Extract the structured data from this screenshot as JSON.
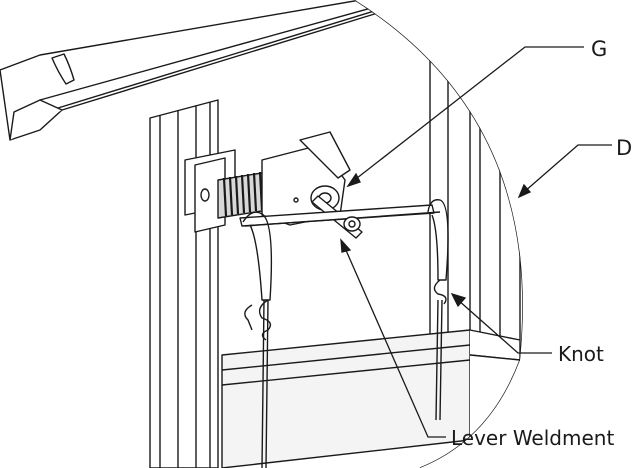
{
  "callouts": {
    "g": "G",
    "d": "D",
    "knot": "Knot",
    "lever": "Lever Weldment"
  },
  "colors": {
    "line": "#1a1a1a",
    "fill": "#ffffff",
    "shade": "#cfcfcf"
  }
}
